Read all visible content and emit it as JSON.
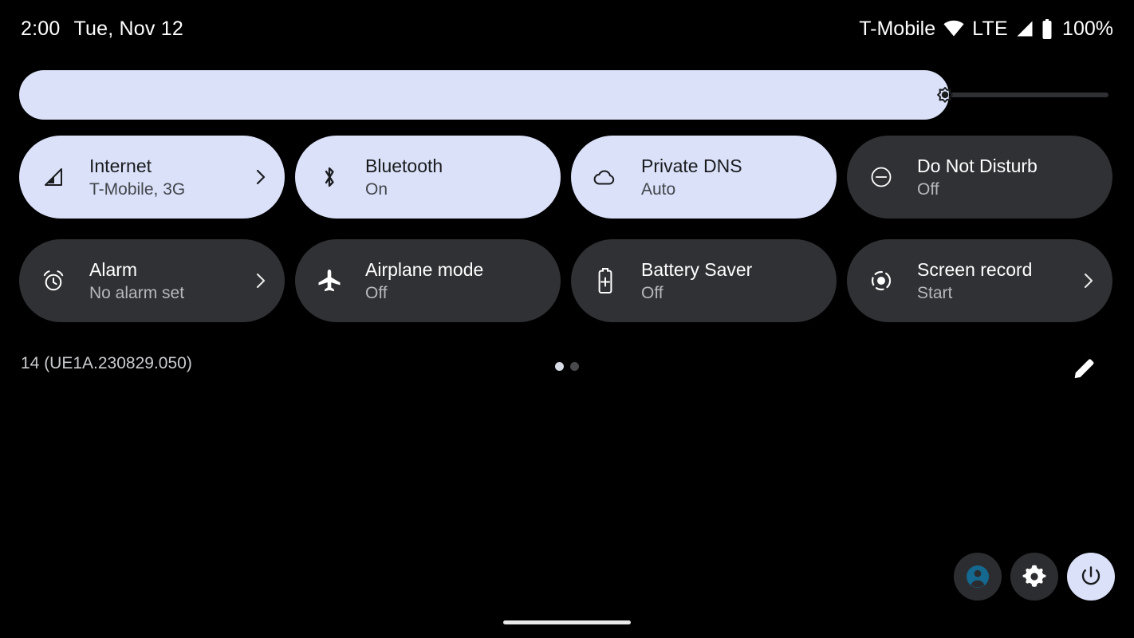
{
  "status_bar": {
    "clock": "2:00",
    "date": "Tue, Nov 12",
    "carrier": "T-Mobile",
    "wifi_icon": "wifi-icon",
    "network_type": "LTE",
    "signal_icon": "mobile-signal-icon",
    "battery_icon": "battery-icon",
    "battery_percent": "100%"
  },
  "brightness": {
    "icon": "brightness-icon",
    "value_percent": 85,
    "label": "Brightness"
  },
  "tiles": [
    {
      "name": "internet",
      "icon": "signal-bars-icon",
      "title": "Internet",
      "subtitle": "T-Mobile, 3G",
      "state": "on",
      "chevron": true
    },
    {
      "name": "bluetooth",
      "icon": "bluetooth-icon",
      "title": "Bluetooth",
      "subtitle": "On",
      "state": "on",
      "chevron": false
    },
    {
      "name": "private-dns",
      "icon": "cloud-icon",
      "title": "Private DNS",
      "subtitle": "Auto",
      "state": "on",
      "chevron": false
    },
    {
      "name": "do-not-disturb",
      "icon": "do-not-disturb-icon",
      "title": "Do Not Disturb",
      "subtitle": "Off",
      "state": "off",
      "chevron": false
    },
    {
      "name": "alarm",
      "icon": "alarm-clock-icon",
      "title": "Alarm",
      "subtitle": "No alarm set",
      "state": "off",
      "chevron": true
    },
    {
      "name": "airplane-mode",
      "icon": "airplane-icon",
      "title": "Airplane mode",
      "subtitle": "Off",
      "state": "off",
      "chevron": false
    },
    {
      "name": "battery-saver",
      "icon": "battery-plus-icon",
      "title": "Battery Saver",
      "subtitle": "Off",
      "state": "off",
      "chevron": false
    },
    {
      "name": "screen-record",
      "icon": "record-icon",
      "title": "Screen record",
      "subtitle": "Start",
      "state": "off",
      "chevron": true
    }
  ],
  "footer": {
    "build_label": "14 (UE1A.230829.050)",
    "page_dots": {
      "count": 2,
      "active_index": 0
    },
    "edit_icon": "pencil-icon"
  },
  "bottom_actions": [
    {
      "name": "user-switcher",
      "icon": "account-circle-icon",
      "style": "dark"
    },
    {
      "name": "settings",
      "icon": "gear-icon",
      "style": "dark"
    },
    {
      "name": "power",
      "icon": "power-icon",
      "style": "light"
    }
  ],
  "colors": {
    "background": "#000000",
    "tile_active": "#dbe1f9",
    "tile_inactive": "#303134",
    "text_on_active": "#1a1c1e",
    "text_on_inactive": "#ffffff",
    "accent_teal": "#15688f",
    "slider_track": "#2e3033"
  }
}
